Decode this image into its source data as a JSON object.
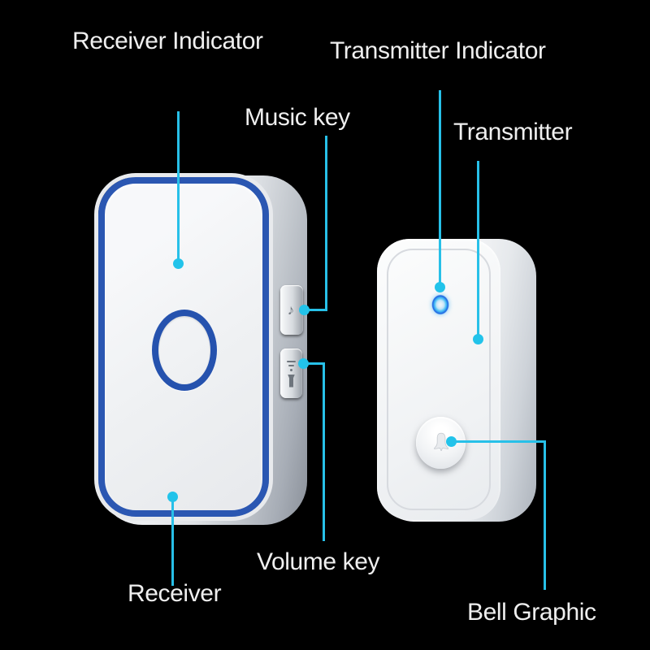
{
  "diagram": {
    "background_color": "#000000",
    "callout_line_color": "#27c0e8",
    "device_accent_blue": "#2b57b2",
    "led_blue": "#1b62e2",
    "label_text_color": "#efefef"
  },
  "labels": {
    "receiver_indicator": "Receiver Indicator",
    "music_key": "Music key",
    "transmitter_indicator": "Transmitter Indicator",
    "transmitter": "Transmitter",
    "volume_key": "Volume key",
    "receiver": "Receiver",
    "bell_graphic": "Bell Graphic"
  },
  "icons": {
    "receiver_indicator_ring": "indicator-ring-icon",
    "music_key_button": "music-note-icon",
    "volume_key_button": "volume-bars-icon",
    "transmitter_led": "led-indicator-icon",
    "bell_button": "bell-icon"
  },
  "glyphs": {
    "music_note": "♪"
  }
}
